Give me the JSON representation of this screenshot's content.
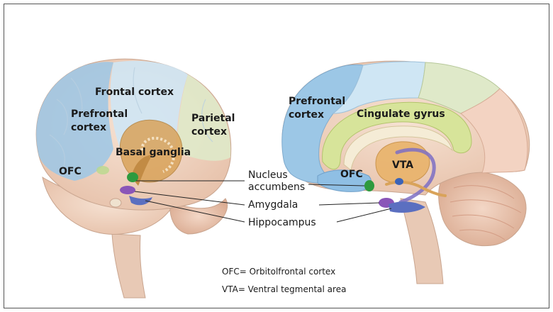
{
  "figure": {
    "left_brain": {
      "labels": {
        "frontal_cortex": "Frontal cortex",
        "prefrontal_line1": "Prefrontal",
        "prefrontal_line2": "cortex",
        "parietal_line1": "Parietal",
        "parietal_line2": "cortex",
        "basal_ganglia": "Basal ganglia",
        "ofc": "OFC"
      }
    },
    "right_brain": {
      "labels": {
        "prefrontal_line1": "Prefrontal",
        "prefrontal_line2": "cortex",
        "cingulate_gyrus": "Cingulate gyrus",
        "ofc": "OFC",
        "vta": "VTA"
      }
    },
    "shared_labels": {
      "nucleus_line1": "Nucleus",
      "nucleus_line2": "accumbens",
      "amygdala": "Amygdala",
      "hippocampus": "Hippocampus"
    },
    "legend": {
      "ofc_def": "OFC= Orbitolfrontal cortex",
      "vta_def": "VTA= Ventral tegmental area"
    },
    "colors": {
      "prefrontal_blue": "#9cc7e6",
      "frontal_lightblue": "#cfe6f4",
      "parietal_green": "#dfe9c9",
      "cingulate_green": "#d7e49a",
      "basal_orange": "#d9a35a",
      "nucleus_green": "#2e9a3e",
      "amygdala_purple": "#8a55b8",
      "hippocampus_blue": "#5b6fc0",
      "brain_tissue": "#f1d6c4"
    }
  }
}
